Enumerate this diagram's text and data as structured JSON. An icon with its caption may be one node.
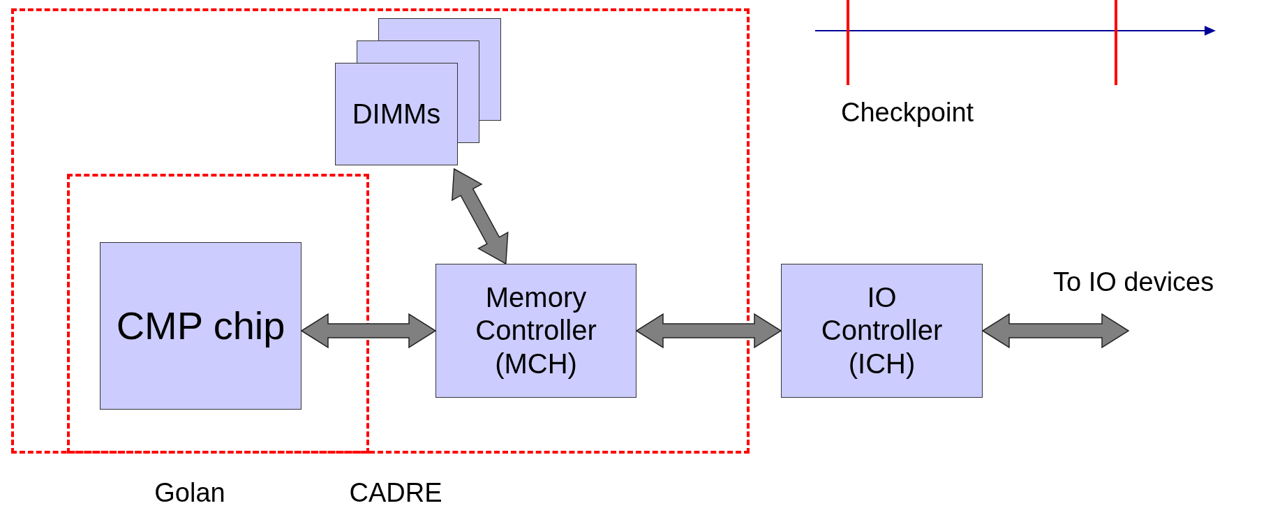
{
  "diagram": {
    "nodes": [
      {
        "text": [
          "CADRE"
        ]
      },
      {
        "text": [
          "Golan"
        ],
        "in": 0
      },
      {
        "text": [
          "CMP chip"
        ],
        "in": 1
      },
      {
        "text": [
          "DIMMs"
        ],
        "in": 0
      },
      {
        "text": [
          "Memory Controller (MCH)"
        ],
        "in": 0
      },
      {
        "text": [
          "IO Controller (ICH)"
        ]
      }
    ],
    "edges": [
      {
        "from": 2,
        "to": 4,
        "arrow": "both"
      },
      {
        "from": 3,
        "to": 4,
        "arrow": "both"
      },
      {
        "from": 4,
        "to": 5,
        "arrow": "both"
      },
      {
        "from": 5,
        "to": null,
        "arrow": "both",
        "label": "To IO devices"
      }
    ],
    "labels": [
      "Checkpoint"
    ]
  }
}
